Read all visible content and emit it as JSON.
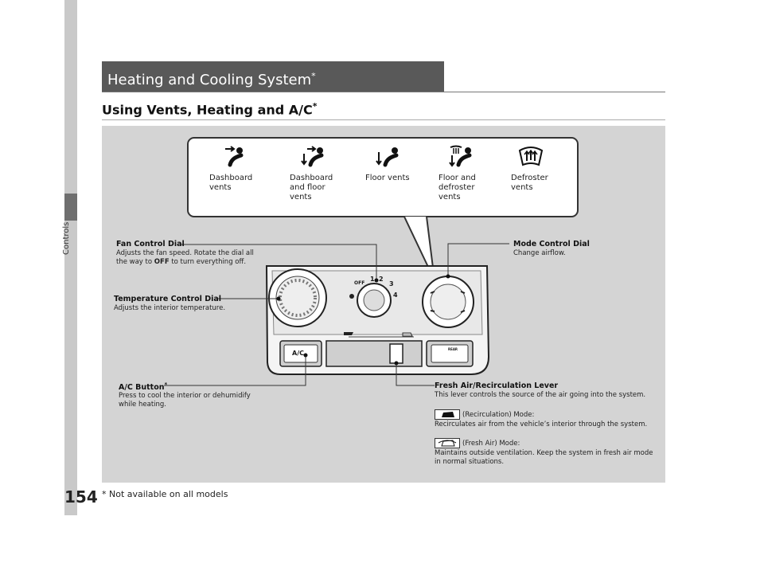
{
  "sidebar": {
    "section_label": "Controls"
  },
  "page": {
    "number": "154",
    "footnote": "* Not available on all models"
  },
  "header": {
    "title": "Heating and Cooling System",
    "title_mark": "*"
  },
  "section": {
    "heading": "Using Vents, Heating and A/C",
    "heading_mark": "*"
  },
  "vents": [
    {
      "icon": "dashboard-vents-icon",
      "label": "Dashboard\nvents"
    },
    {
      "icon": "dashboard-floor-vents-icon",
      "label": "Dashboard\nand floor\nvents"
    },
    {
      "icon": "floor-vents-icon",
      "label": "Floor vents"
    },
    {
      "icon": "floor-defroster-vents-icon",
      "label": "Floor and\ndefroster\nvents"
    },
    {
      "icon": "defroster-vents-icon",
      "label": "Defroster\nvents"
    }
  ],
  "labels": {
    "fan": {
      "title": "Fan Control Dial",
      "desc_1": "Adjusts the fan speed. Rotate the dial all",
      "desc_2a": "the way to ",
      "desc_2b": "OFF",
      "desc_2c": " to turn everything off."
    },
    "mode": {
      "title": "Mode Control Dial",
      "desc": "Change airflow."
    },
    "temp": {
      "title": "Temperature Control Dial",
      "desc": "Adjusts the interior temperature."
    },
    "ac": {
      "title": "A/C Button",
      "title_mark": "*",
      "desc_1": "Press to cool the interior or dehumidify",
      "desc_2": "while heating."
    },
    "fresh": {
      "title": "Fresh Air/Recirculation Lever",
      "desc": "This lever controls the source of the air going into the system.",
      "recirc_mode": "(Recirculation) Mode:",
      "recirc_desc": "Recirculates air from the vehicle’s interior through the system.",
      "fresh_mode": "(Fresh Air) Mode:",
      "fresh_desc_1": "Maintains outside ventilation. Keep the system in fresh air mode",
      "fresh_desc_2": "in normal situations."
    }
  },
  "control_panel": {
    "fan_marks": [
      "OFF",
      "1",
      "2",
      "3",
      "4"
    ],
    "ac_button": "A/C",
    "rear_label": "REAR"
  }
}
